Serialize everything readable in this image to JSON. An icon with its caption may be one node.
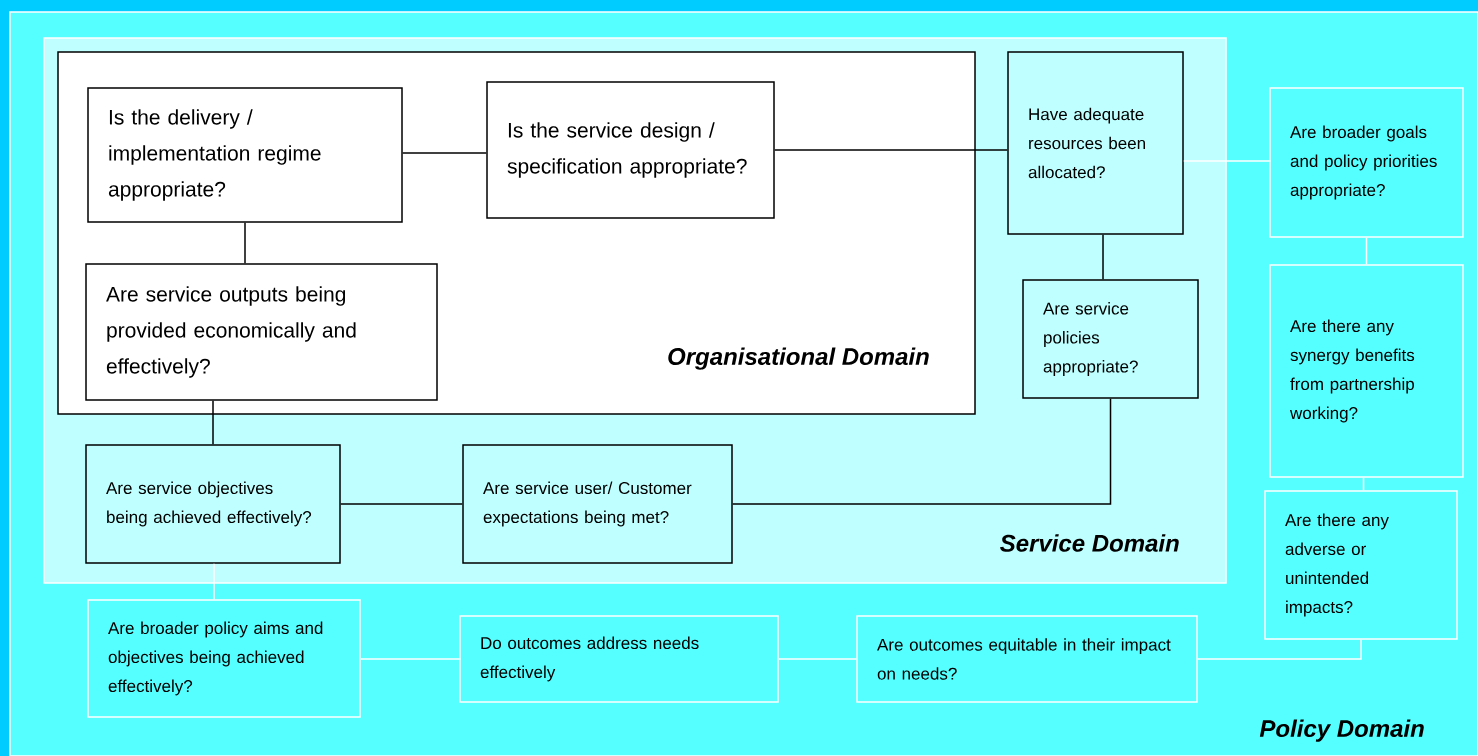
{
  "diagram": {
    "nodes": [
      {
        "text": [
          "Policy Domain"
        ]
      },
      {
        "text": [
          "Service Domain"
        ],
        "in": 0
      },
      {
        "text": [
          "Organisational Domain"
        ],
        "in": 1
      },
      {
        "text": [
          "Is the delivery / implementation regime appropriate?"
        ],
        "in": 2
      },
      {
        "text": [
          "Is the service design / specification appropriate?"
        ],
        "in": 2
      },
      {
        "text": [
          "Are service outputs being provided economically and effectively?"
        ],
        "in": 2
      },
      {
        "text": [
          "Have adequate resources been allocated?"
        ],
        "in": 1
      },
      {
        "text": [
          "Are service policies appropriate?"
        ],
        "in": 1
      },
      {
        "text": [
          "Are service objectives being achieved effectively?"
        ],
        "in": 1
      },
      {
        "text": [
          "Are service user/ Customer expectations being met?"
        ],
        "in": 1
      },
      {
        "text": [
          "Are broader goals and policy priorities appropriate?"
        ],
        "in": 0
      },
      {
        "text": [
          "Are there any synergy benefits from partnership working?"
        ],
        "in": 0
      },
      {
        "text": [
          "Are there any adverse or unintended impacts?"
        ],
        "in": 0
      },
      {
        "text": [
          "Are broader policy aims and objectives being achieved effectively?"
        ],
        "in": 0
      },
      {
        "text": [
          "Do outcomes address needs effectively"
        ],
        "in": 0
      },
      {
        "text": [
          "Are outcomes equitable in their impact on needs?"
        ],
        "in": 0
      }
    ],
    "edges": [
      {
        "from": 3,
        "to": 4,
        "arrow": "none"
      },
      {
        "from": 3,
        "to": 5,
        "arrow": "none"
      },
      {
        "from": 4,
        "to": 6,
        "arrow": "none"
      },
      {
        "from": 6,
        "to": 10,
        "arrow": "none",
        "color": "#ffffff"
      },
      {
        "from": 6,
        "to": 7,
        "arrow": "none"
      },
      {
        "from": 5,
        "to": 8,
        "arrow": "none"
      },
      {
        "from": 8,
        "to": 9,
        "arrow": "none"
      },
      {
        "from": 9,
        "to": 7,
        "arrow": "none"
      },
      {
        "from": 8,
        "to": 13,
        "arrow": "none",
        "color": "#ffffff"
      },
      {
        "from": 13,
        "to": 14,
        "arrow": "none",
        "color": "#ffffff"
      },
      {
        "from": 14,
        "to": 15,
        "arrow": "none",
        "color": "#ffffff"
      },
      {
        "from": 15,
        "to": 12,
        "arrow": "none",
        "color": "#ffffff"
      },
      {
        "from": 10,
        "to": 11,
        "arrow": "none",
        "color": "#ffffff"
      },
      {
        "from": 11,
        "to": 12,
        "arrow": "none",
        "color": "#ffffff"
      }
    ]
  }
}
